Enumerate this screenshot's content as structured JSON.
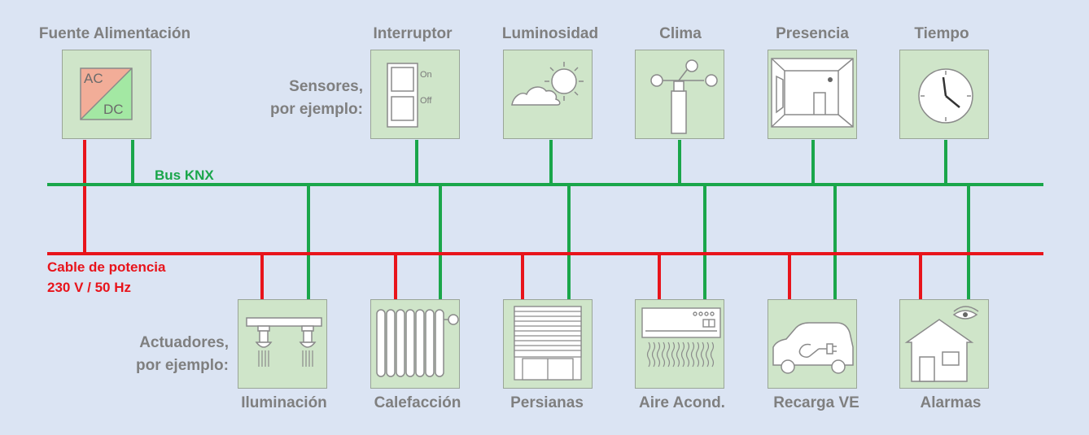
{
  "power_supply": {
    "title": "Fuente Alimentación",
    "ac": "AC",
    "dc": "DC"
  },
  "bus_label": "Bus KNX",
  "power_cable": {
    "line1": "Cable de potencia",
    "line2": "230 V / 50 Hz"
  },
  "sensors": {
    "label_line1": "Sensores,",
    "label_line2": "por ejemplo:",
    "switch_on": "On",
    "switch_off": "Off",
    "items": [
      "Interruptor",
      "Luminosidad",
      "Clima",
      "Presencia",
      "Tiempo"
    ]
  },
  "actuators": {
    "label_line1": "Actuadores,",
    "label_line2": "por ejemplo:",
    "items": [
      "Iluminación",
      "Calefacción",
      "Persianas",
      "Aire Acond.",
      "Recarga VE",
      "Alarmas"
    ]
  },
  "colors": {
    "bus": "#1aa64a",
    "power": "#e8141b",
    "box_fill": "#cfe5c9",
    "text": "#7f7f7f"
  }
}
